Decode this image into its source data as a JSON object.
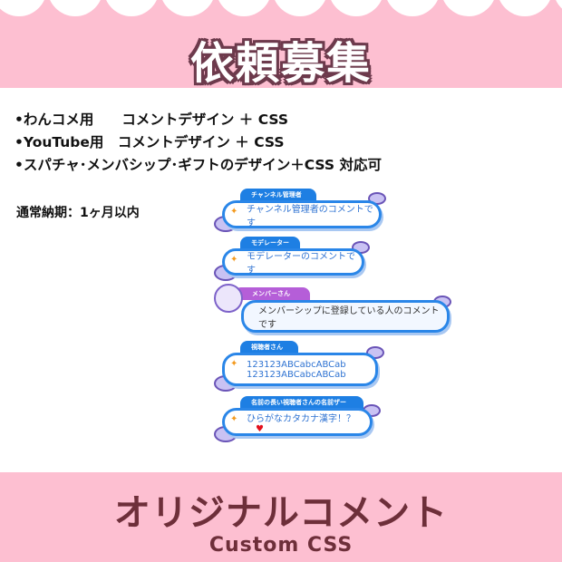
{
  "header": {
    "title": "依頼募集"
  },
  "services": [
    "•わんコメ用　　コメントデザイン ＋ CSS",
    "•YouTube用　コメントデザイン ＋ CSS",
    "•スパチャ･メンバシップ･ギフトのデザイン＋CSS 対応可"
  ],
  "delivery": "通常納期：1ヶ月以内",
  "samples": [
    {
      "name": "チャンネル管理者",
      "lines": [
        "チャンネル管理者のコメントです"
      ]
    },
    {
      "name": "モデレーター",
      "lines": [
        "モデレーターのコメントです"
      ]
    },
    {
      "name": "メンバーさん",
      "lines": [
        "メンバーシップに登録している人のコメントです"
      ]
    },
    {
      "name": "視聴者さん",
      "lines": [
        "123123ABCabcABCab",
        "123123ABCabcABCab"
      ]
    },
    {
      "name": "名前の長い視聴者さんの名前ザー",
      "lines": [
        "ひらがなカタカナ漢字！？"
      ]
    }
  ],
  "colors": {
    "pink": "#fdbfd1",
    "brown": "#6e2f3a",
    "blue": "#1e7fe3",
    "member": "#b55ed8",
    "heart": "#e3101c"
  },
  "footer": {
    "title": "オリジナルコメント",
    "subtitle": "Custom CSS"
  }
}
